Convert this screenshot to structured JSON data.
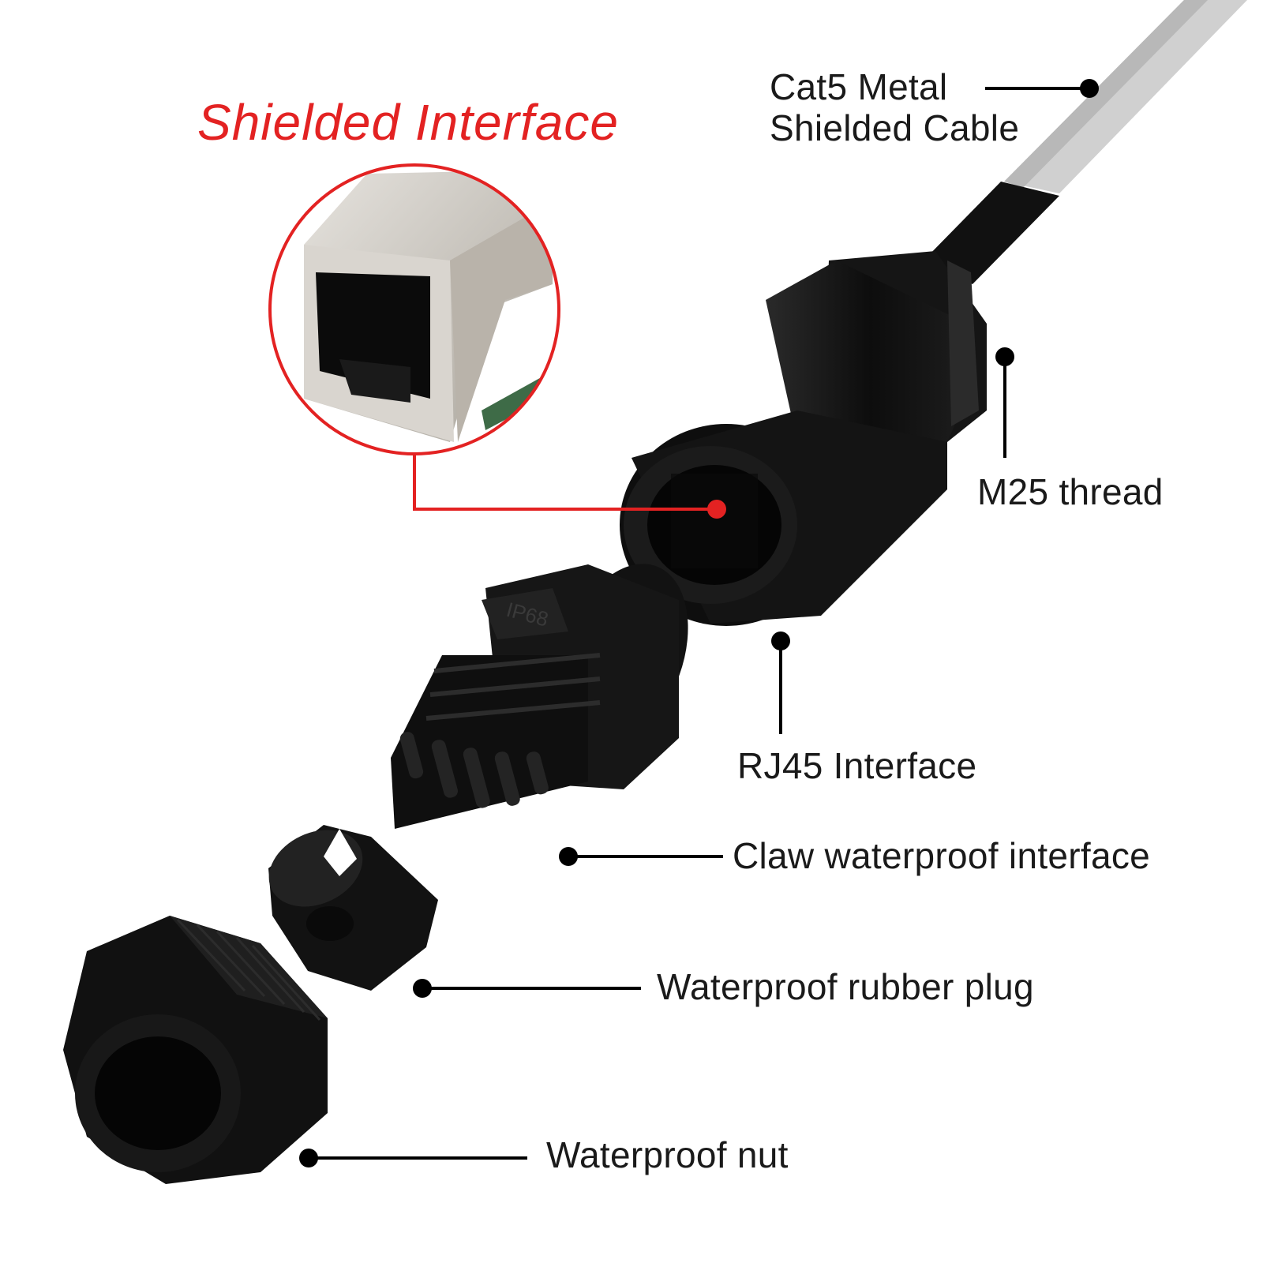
{
  "title": "Shielded Interface",
  "labels": {
    "cable_line1": "Cat5 Metal",
    "cable_line2": "Shielded Cable",
    "thread": "M25 thread",
    "rj45": "RJ45 Interface",
    "claw": "Claw waterproof interface",
    "rubber_plug": "Waterproof rubber plug",
    "nut": "Waterproof nut"
  },
  "embossed_mark": "IP68",
  "colors": {
    "accent_red": "#e32222",
    "callout_black": "#000000",
    "part_black": "#141414",
    "cable_grey": "#cfcfcf",
    "shield_metal": "#c9c4bc"
  }
}
